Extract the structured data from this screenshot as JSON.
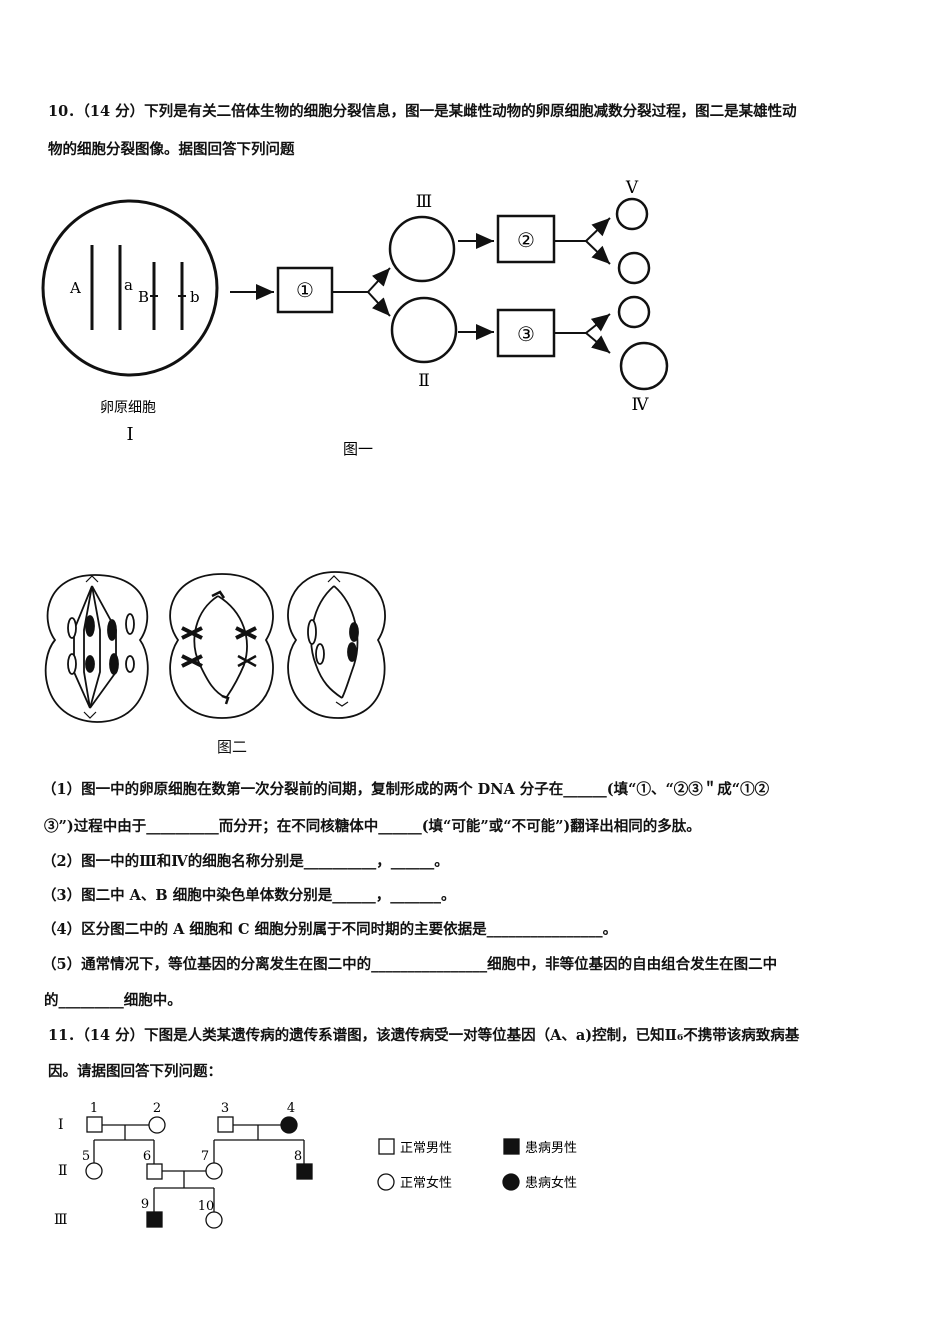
{
  "q10": {
    "line1": "10．（14 分）下列是有关二倍体生物的细胞分裂信息，图一是某雌性动物的卵原细胞减数分裂过程，图二是某雄性动",
    "line2": "物的细胞分裂图像。据图回答下列问题",
    "fig1": {
      "cell_label": "卵原细胞",
      "cell_numeral": "Ⅰ",
      "gene_A": "A",
      "gene_a": "a",
      "gene_B": "B",
      "gene_b": "b",
      "process_1": "①",
      "process_2": "②",
      "process_3": "③",
      "numeral_III": "Ⅲ",
      "numeral_II": "Ⅱ",
      "numeral_V": "Ⅴ",
      "numeral_IV": "Ⅳ",
      "caption": "图一"
    },
    "fig2": {
      "caption": "图二"
    },
    "sub1_a": "（1）图一中的卵原细胞在数第一次分裂前的间期，复制形成的两个 DNA 分子在______(填“①、“②③＂成“①②",
    "sub1_b": "③”)过程中由于__________而分开；在不同核糖体中______(填“可能”或“不可能”)翻译出相同的多肽。",
    "sub2": "（2）图一中的Ⅲ和Ⅳ的细胞名称分别是__________，______。",
    "sub3": "（3）图二中 A、B 细胞中染色单体数分别是______，_______。",
    "sub4": "（4）区分图二中的 A 细胞和 C 细胞分别属于不同时期的主要依据是________________。",
    "sub5_a": "（5）通常情况下，等位基因的分离发生在图二中的________________细胞中，非等位基因的自由组合发生在图二中",
    "sub5_b": "的_________细胞中。"
  },
  "q11": {
    "line1": "11．（14 分）下图是人类某遗传病的遗传系谱图，该遗传病受一对等位基因（A、a)控制，已知Ⅱ₆不携带该病致病基",
    "line2": "因。请据图回答下列问题：",
    "pedigree": {
      "gen_I": "Ⅰ",
      "gen_II": "Ⅱ",
      "gen_III": "Ⅲ",
      "ids": [
        "1",
        "2",
        "3",
        "4",
        "5",
        "6",
        "7",
        "8",
        "9",
        "10"
      ],
      "legend": [
        "正常男性",
        "患病男性",
        "正常女性",
        "患病女性"
      ]
    }
  }
}
